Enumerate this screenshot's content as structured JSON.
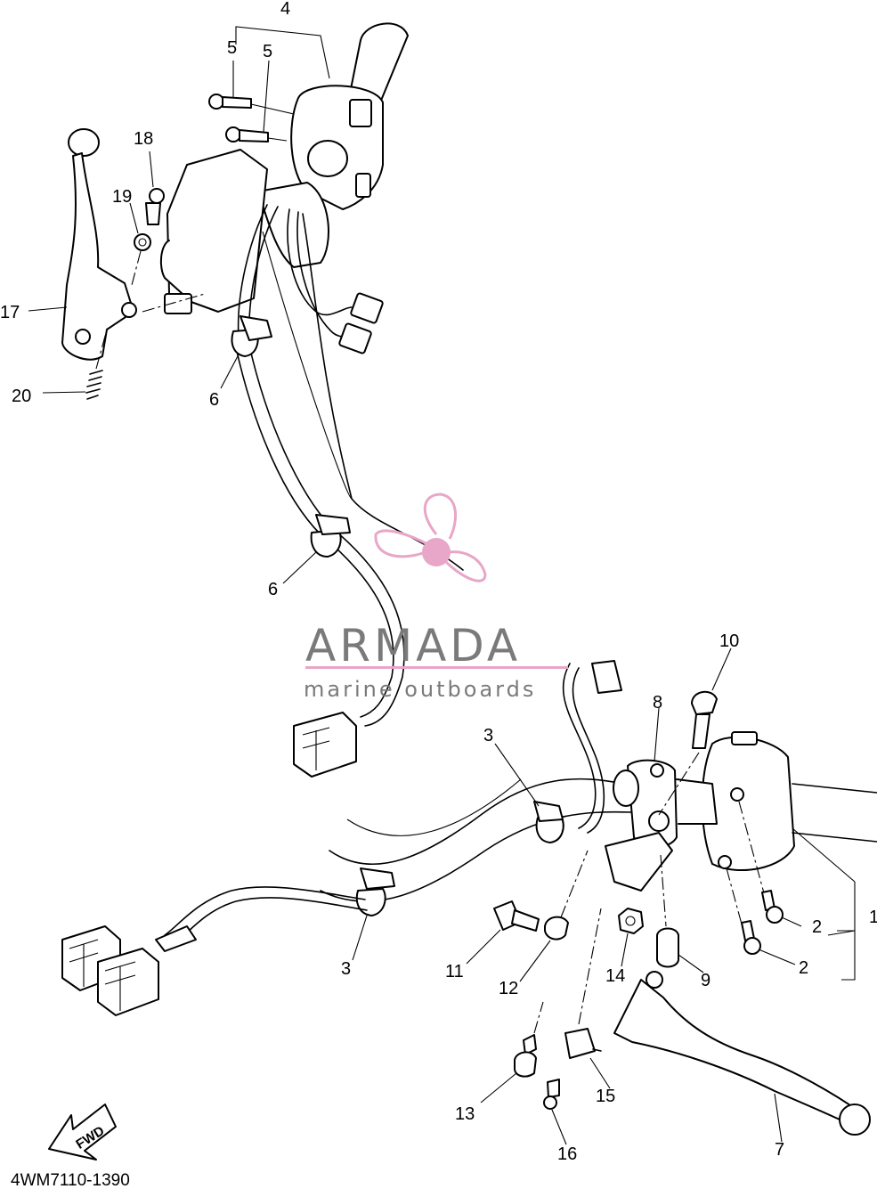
{
  "diagram": {
    "callouts": {
      "c1": "1",
      "c2a": "2",
      "c2b": "2",
      "c3a": "3",
      "c3b": "3",
      "c4": "4",
      "c5a": "5",
      "c5b": "5",
      "c6a": "6",
      "c6b": "6",
      "c7": "7",
      "c8": "8",
      "c9": "9",
      "c10": "10",
      "c11": "11",
      "c12": "12",
      "c13": "13",
      "c14": "14",
      "c15": "15",
      "c16": "16",
      "c17": "17",
      "c18": "18",
      "c19": "19",
      "c20": "20"
    },
    "direction_label": "FWD",
    "part_code": "4WM7110-1390"
  },
  "watermark": {
    "title": "ARMADA",
    "subtitle": "marine outboards",
    "accent_color": "#e8a6c8",
    "text_color": "#7a7a7a"
  }
}
